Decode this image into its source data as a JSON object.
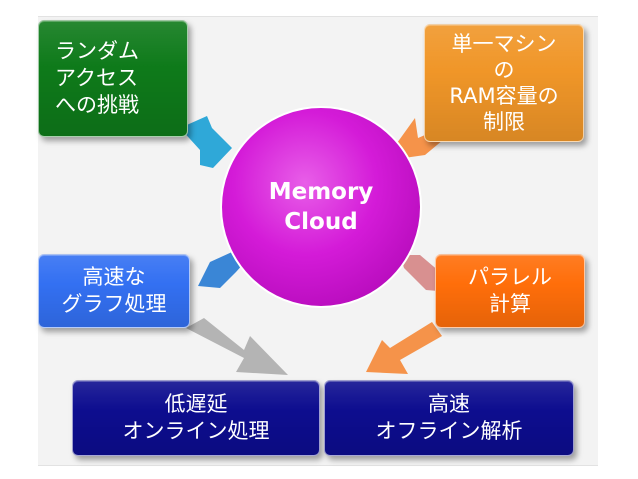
{
  "diagram": {
    "center": {
      "lines": [
        "Memory",
        "Cloud"
      ],
      "color": "#d41bd8"
    },
    "nodes": [
      {
        "id": "random-access",
        "lines": [
          "ランダム",
          "アクセス",
          "への挑戦"
        ],
        "color": "#0e7a1a"
      },
      {
        "id": "ram-limit",
        "lines": [
          "単一マシン",
          "の",
          "RAM容量の",
          "制限"
        ],
        "color": "#f09628"
      },
      {
        "id": "graph-processing",
        "lines": [
          "高速な",
          "グラフ処理"
        ],
        "color": "#3370f2"
      },
      {
        "id": "parallel-compute",
        "lines": [
          "パラレル",
          "計算"
        ],
        "color": "#ff6e0a"
      },
      {
        "id": "online-processing",
        "lines": [
          "低遅延",
          "オンライン処理"
        ],
        "color": "#0d0d8f"
      },
      {
        "id": "offline-analysis",
        "lines": [
          "高速",
          "オフライン解析"
        ],
        "color": "#0d0d8f"
      }
    ],
    "arrow_colors": {
      "random-access": "#2fa8d8",
      "ram-limit": "#f5934a",
      "graph-processing": "#3a86d6",
      "parallel-compute": "#d89090",
      "online-processing": "#b4b4b4",
      "offline-analysis": "#f5934a"
    }
  }
}
